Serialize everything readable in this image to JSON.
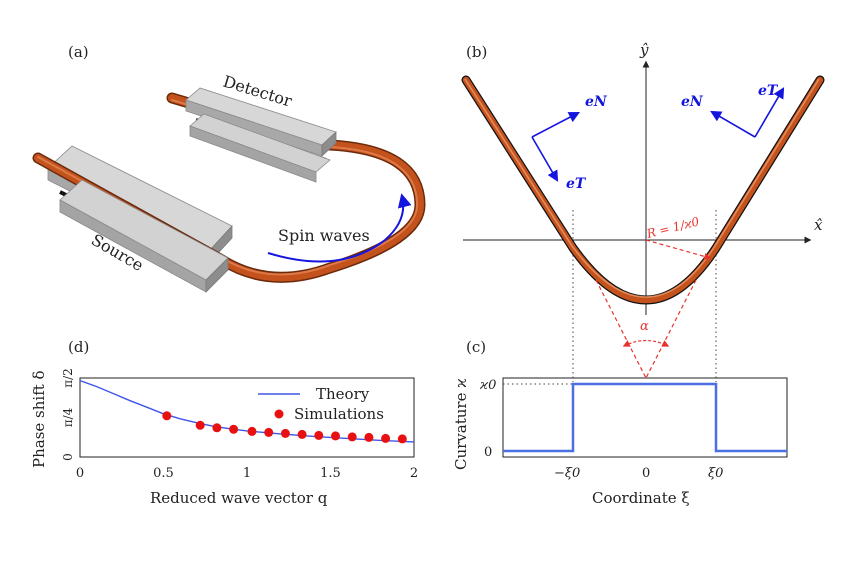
{
  "panel_a": {
    "label": "(a)",
    "detector_label": "Detector",
    "source_label": "Source",
    "spin_waves_label": "Spin waves"
  },
  "panel_b": {
    "label": "(b)",
    "axis_y_label": "ŷ",
    "axis_x_label": "x̂",
    "eN_left": "eN",
    "eT_left": "eT",
    "eN_right": "eN",
    "eT_right": "eT",
    "radius_label": "R = 1/ϰ0",
    "angle_label": "α"
  },
  "panel_c": {
    "label": "(c)",
    "ylabel": "Curvature ϰ",
    "xlabel": "Coordinate ξ",
    "ytick_top": "ϰ0",
    "ytick_zero": "0",
    "xtick_minus": "−ξ0",
    "xtick_zero": "0",
    "xtick_plus": "ξ0"
  },
  "panel_d": {
    "label": "(d)",
    "ylabel": "Phase shift δ",
    "xlabel": "Reduced wave vector q",
    "yticks": [
      "π/2",
      "π/4",
      "0"
    ],
    "xticks": [
      "0",
      "0.5",
      "1",
      "1.5",
      "2"
    ],
    "legend_theory": "Theory",
    "legend_sim": "Simulations"
  },
  "colors": {
    "waveguide": "#c4521d",
    "vector": "#1515e0",
    "curvature": "#4a6fe0",
    "theory": "#3f55e8",
    "simulation": "#e81010",
    "radius": "#e8332d"
  },
  "chart_data": [
    {
      "type": "line",
      "ylabel": "Curvature ϰ",
      "xlabel": "Coordinate ξ",
      "series": [
        {
          "x": [
            "-∞",
            "−ξ0",
            "−ξ0",
            "ξ0",
            "ξ0",
            "+∞"
          ],
          "y": [
            "0",
            "0",
            "ϰ0",
            "ϰ0",
            "0",
            "0"
          ]
        }
      ]
    },
    {
      "type": "scatter",
      "xlabel": "Reduced wave vector q",
      "ylabel": "Phase shift δ",
      "xlim": [
        0,
        2
      ],
      "ylim": [
        0,
        1.571
      ],
      "series": [
        {
          "name": "Theory",
          "x": [
            0,
            0.1,
            0.2,
            0.3,
            0.4,
            0.5,
            0.6,
            0.7,
            0.8,
            0.9,
            1.0,
            1.2,
            1.4,
            1.6,
            1.8,
            2.0
          ],
          "y": [
            1.52,
            1.4,
            1.26,
            1.12,
            0.99,
            0.86,
            0.76,
            0.68,
            0.61,
            0.56,
            0.52,
            0.46,
            0.41,
            0.37,
            0.33,
            0.3
          ]
        },
        {
          "name": "Simulations",
          "x": [
            0.52,
            0.72,
            0.82,
            0.92,
            1.03,
            1.13,
            1.23,
            1.33,
            1.43,
            1.53,
            1.63,
            1.73,
            1.83,
            1.93
          ],
          "y": [
            0.82,
            0.63,
            0.58,
            0.55,
            0.51,
            0.49,
            0.47,
            0.45,
            0.43,
            0.42,
            0.4,
            0.39,
            0.37,
            0.36
          ]
        }
      ]
    }
  ]
}
